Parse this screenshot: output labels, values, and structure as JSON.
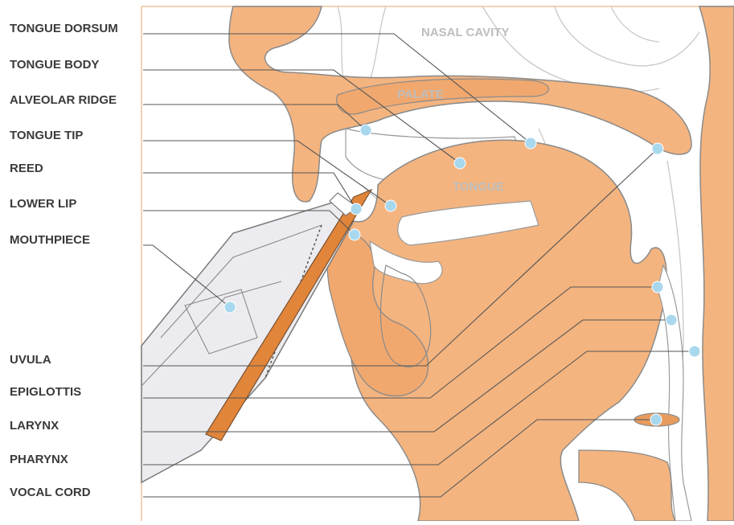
{
  "labels": [
    "TONGUE DORSUM",
    "TONGUE BODY",
    "ALVEOLAR RIDGE",
    "TONGUE TIP",
    "REED",
    "LOWER LIP",
    "MOUTHPIECE",
    "UVULA",
    "EPIGLOTTIS",
    "LARYNX",
    "PHARYNX",
    "VOCAL CORD"
  ],
  "regions": {
    "nasal_cavity": "NASAL CAVITY",
    "palate": "PALATE",
    "tongue": "TONGUE"
  },
  "colors": {
    "flesh": "#f4b47f",
    "flesh_dark": "#e79c5e",
    "outline": "#8a8a8a",
    "marker": "#a8d8ee",
    "line": "#555555",
    "label": "#3a3a3a",
    "reed": "#e0853a"
  }
}
